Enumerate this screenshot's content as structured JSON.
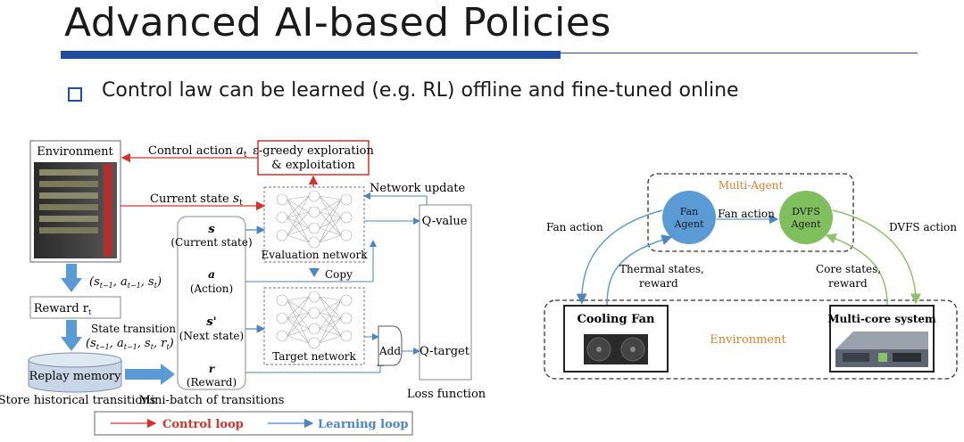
{
  "slide": {
    "title": "Advanced AI-based Policies",
    "bullet": "Control law can be learned (e.g. RL) offline and fine-tuned online"
  },
  "left_diagram": {
    "environment": "Environment",
    "control_action": "Control action",
    "control_action_sym": "a",
    "control_action_sub": "t",
    "egreedy_line1": "ε-greedy exploration",
    "egreedy_line2": "& exploitation",
    "current_state": "Current state",
    "current_state_sym": "s",
    "current_state_sub": "t",
    "network_update": "Network update",
    "q_value": "Q-value",
    "q_target": "Q-target",
    "loss_function": "Loss function",
    "evaluation_network": "Evaluation network",
    "target_network": "Target network",
    "copy": "Copy",
    "add": "Add",
    "batch_s": "s",
    "batch_s_label": "(Current state)",
    "batch_a": "a",
    "batch_a_label": "(Action)",
    "batch_s2": "s'",
    "batch_s2_label": "(Next state)",
    "batch_r": "r",
    "batch_r_label": "(Reward)",
    "tuple1": "(s_{t−1}, a_{t−1}, s_t)",
    "reward": "Reward r",
    "reward_sub": "t",
    "state_transition": "State transition",
    "tuple2": "(s_{t−1}, a_{t−1}, s_t, r_t)",
    "replay_memory": "Replay memory",
    "store_historical": "Store historical transitions",
    "mini_batch": "Mini-batch of transitions",
    "legend_control": "Control loop",
    "legend_learning": "Learning loop"
  },
  "right_diagram": {
    "multi_agent": "Multi-Agent",
    "fan_agent_line1": "Fan",
    "fan_agent_line2": "Agent",
    "dvfs_agent_line1": "DVFS",
    "dvfs_agent_line2": "Agent",
    "fan_action_center": "Fan action",
    "fan_action_left": "Fan action",
    "dvfs_action": "DVFS action",
    "thermal_states_line1": "Thermal states,",
    "thermal_states_line2": "reward",
    "core_states_line1": "Core states,",
    "core_states_line2": "reward",
    "cooling_fan": "Cooling Fan",
    "multi_core": "Multi-core system",
    "environment": "Environment"
  },
  "colors": {
    "accent_blue": "#1f4e9e",
    "control_red": "#d9302c",
    "learning_blue": "#4a86c5",
    "agent_blue": "#5b9bd5",
    "agent_green": "#7fbf5e",
    "orange": "#d9822b"
  }
}
